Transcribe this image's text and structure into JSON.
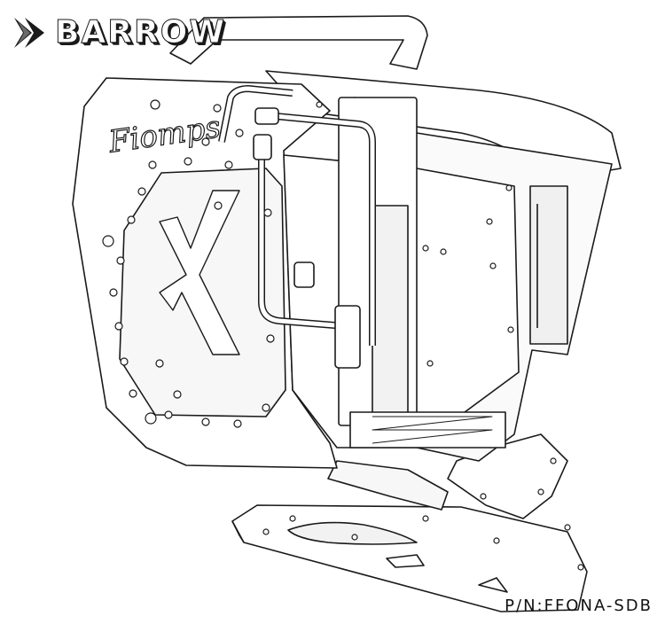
{
  "brand": {
    "name": "BARROW",
    "logo_icon": "barrow-chevron-logo-icon"
  },
  "product": {
    "script_label": "Fiomps",
    "part_number": "P/N:FFONA-SDB"
  },
  "colors": {
    "line": "#1a1a1a",
    "fill": "#ffffff",
    "shade": "#e6e6e6",
    "brand": "#1a1a1a"
  }
}
